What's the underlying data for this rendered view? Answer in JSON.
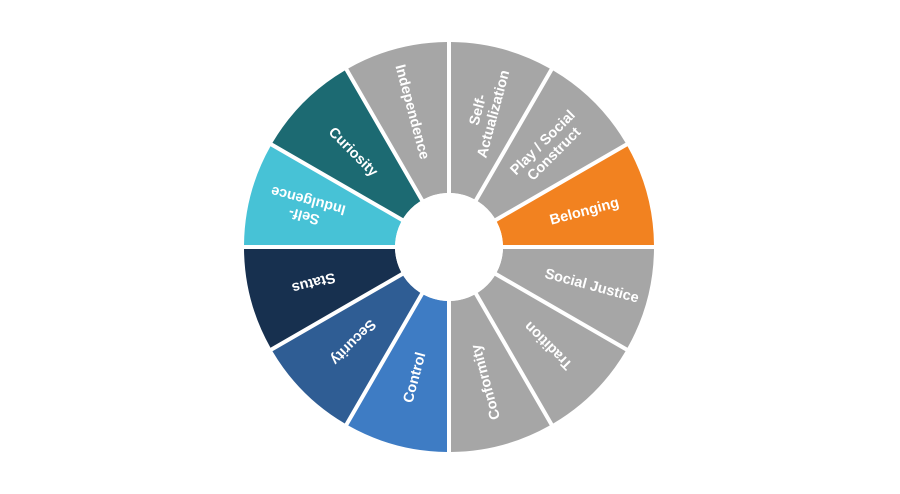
{
  "wheel": {
    "segments": [
      {
        "id": "self-actualization",
        "lines": [
          "Self-",
          "Actualization"
        ],
        "color": "#a6a6a6"
      },
      {
        "id": "play-social-construct",
        "lines": [
          "Play / Social",
          "Construct"
        ],
        "color": "#a6a6a6"
      },
      {
        "id": "belonging",
        "lines": [
          "Belonging"
        ],
        "color": "#f28220"
      },
      {
        "id": "social-justice",
        "lines": [
          "Social Justice"
        ],
        "color": "#a6a6a6"
      },
      {
        "id": "tradition",
        "lines": [
          "Tradition"
        ],
        "color": "#a6a6a6"
      },
      {
        "id": "conformity",
        "lines": [
          "Conformity"
        ],
        "color": "#a6a6a6"
      },
      {
        "id": "control",
        "lines": [
          "Control"
        ],
        "color": "#3e7cc4"
      },
      {
        "id": "security",
        "lines": [
          "Security"
        ],
        "color": "#2f5d94"
      },
      {
        "id": "status",
        "lines": [
          "Status"
        ],
        "color": "#17304f"
      },
      {
        "id": "self-indulgence",
        "lines": [
          "Self-",
          "Indulgence"
        ],
        "color": "#47c2d6"
      },
      {
        "id": "curiosity",
        "lines": [
          "Curiosity"
        ],
        "color": "#1c6a72"
      },
      {
        "id": "independence",
        "lines": [
          "Independence"
        ],
        "color": "#a6a6a6"
      }
    ]
  }
}
